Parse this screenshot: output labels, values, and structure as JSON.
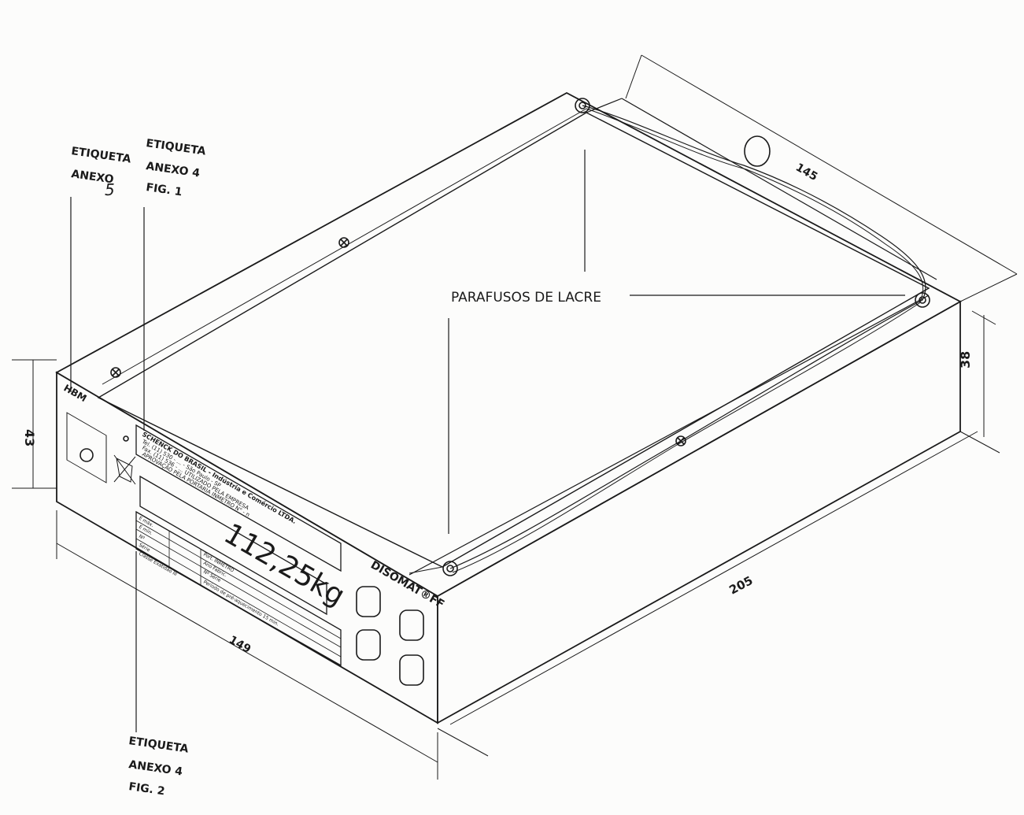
{
  "labels": {
    "etiqueta_anexo_5": [
      "ETIQUETA",
      "ANEXO",
      "5"
    ],
    "etiqueta_anexo_4_fig_1": [
      "ETIQUETA",
      "ANEXO 4",
      "FIG. 1"
    ],
    "etiqueta_anexo_4_fig_2": [
      "ETIQUETA",
      "ANEXO 4",
      "FIG. 2"
    ],
    "parafusos": "PARAFUSOS DE LACRE"
  },
  "dimensions": {
    "width_front": "149",
    "depth": "205",
    "top_depth": "145",
    "height_front": "43",
    "height_back": "38"
  },
  "panel": {
    "brand_left": "HBM",
    "display_value": "112,25kg",
    "model": "DISOMAT®FF",
    "nameplate": [
      "SCHENCK DO BRASIL - Indústria e Comércio LTDA.",
      "Tel. (11) 530 - ... - São Paulo - SP",
      "Fax. (11) 536 - ... UTILIZADO PELA EMPRESA",
      "APROVAÇÃO PELA PORTARIA INMETRO N° - n"
    ],
    "spec_rows": [
      "E máx.",
      "E mín.",
      "Nº",
      "Série",
      "Classe Exatidão III"
    ],
    "spec_right": [
      "Port. INMETRO",
      "Ano Fabric.",
      "Nº Série",
      "Período de pré-aquecimento 15 min."
    ]
  },
  "colors": {
    "ink": "#1a1a1a",
    "paper": "#fcfcfb"
  }
}
